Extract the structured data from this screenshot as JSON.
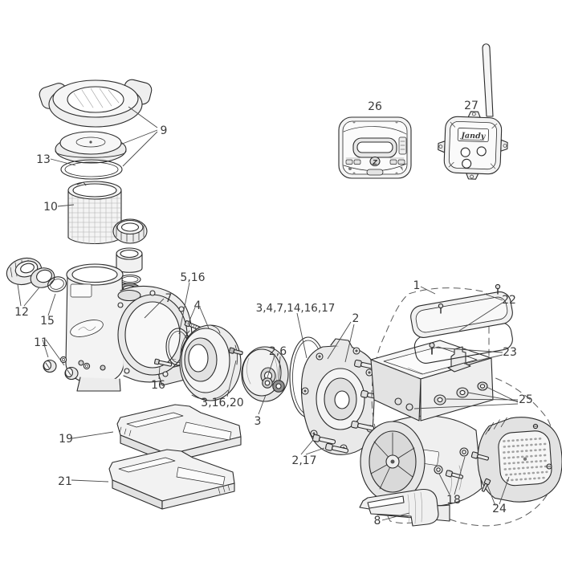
{
  "diagram": {
    "kind": "exploded-parts-diagram"
  },
  "colors": {
    "background": "#ffffff",
    "line": "#2b2b2b",
    "leader": "#4a4a4a",
    "fill_light": "#f3f3f3",
    "fill_mid": "#e6e6e6",
    "fill_dark": "#9f9f9f"
  },
  "labels": {
    "wireless_brand": "Jandy",
    "controller_logo": "Z"
  },
  "callouts": [
    {
      "text": "9"
    },
    {
      "text": "13"
    },
    {
      "text": "10"
    },
    {
      "text": "12"
    },
    {
      "text": "15"
    },
    {
      "text": "11"
    },
    {
      "text": "7"
    },
    {
      "text": "5,16"
    },
    {
      "text": "4"
    },
    {
      "text": "16"
    },
    {
      "text": "3,16,20"
    },
    {
      "text": "3"
    },
    {
      "text": "2,6"
    },
    {
      "text": "3,4,7,14,16,17"
    },
    {
      "text": "2"
    },
    {
      "text": "2,17"
    },
    {
      "text": "26"
    },
    {
      "text": "27"
    },
    {
      "text": "1"
    },
    {
      "text": "22"
    },
    {
      "text": "23"
    },
    {
      "text": "25"
    },
    {
      "text": "24"
    },
    {
      "text": "18"
    },
    {
      "text": "8"
    },
    {
      "text": "19"
    },
    {
      "text": "21"
    }
  ]
}
